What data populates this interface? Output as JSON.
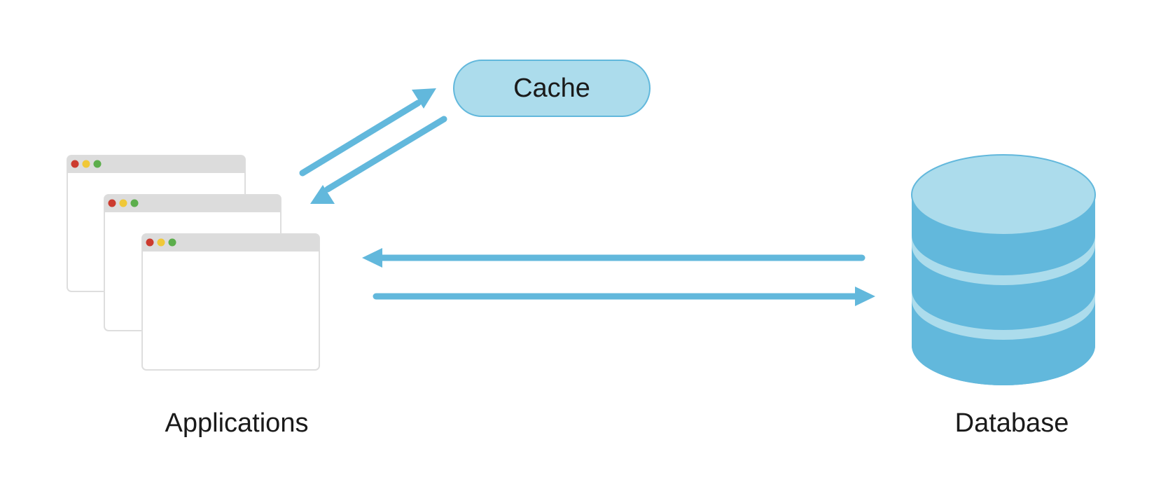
{
  "nodes": {
    "cache": {
      "label": "Cache"
    },
    "applications": {
      "label": "Applications",
      "window_count": 3
    },
    "database": {
      "label": "Database"
    }
  },
  "edges": [
    {
      "from": "applications",
      "to": "cache"
    },
    {
      "from": "cache",
      "to": "applications"
    },
    {
      "from": "database",
      "to": "applications"
    },
    {
      "from": "applications",
      "to": "database"
    }
  ],
  "colors": {
    "accent": "#62b8dc",
    "cache_fill": "#acdcec",
    "db_light": "#acdcec",
    "window_border": "#dedede",
    "window_titlebar": "#dcdcdc",
    "dot_red": "#cc3b2f",
    "dot_yellow": "#f0c838",
    "dot_green": "#5cae4c"
  }
}
